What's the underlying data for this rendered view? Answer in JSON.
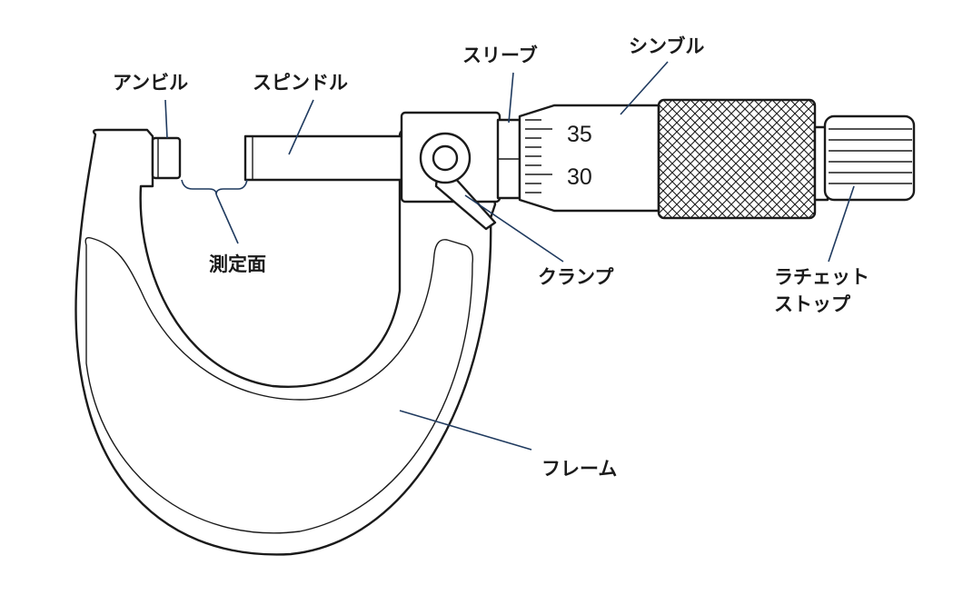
{
  "labels": {
    "anvil": "アンビル",
    "spindle": "スピンドル",
    "sleeve": "スリーブ",
    "thimble": "シンブル",
    "measuring_faces": "測定面",
    "clamp": "クランプ",
    "ratchet_line1": "ラチェット",
    "ratchet_line2": "ストップ",
    "frame": "フレーム"
  },
  "scale": {
    "upper": "35",
    "lower": "30"
  },
  "colors": {
    "outline": "#1a1a1a",
    "leader": "#1f3a5f",
    "background": "#ffffff"
  }
}
